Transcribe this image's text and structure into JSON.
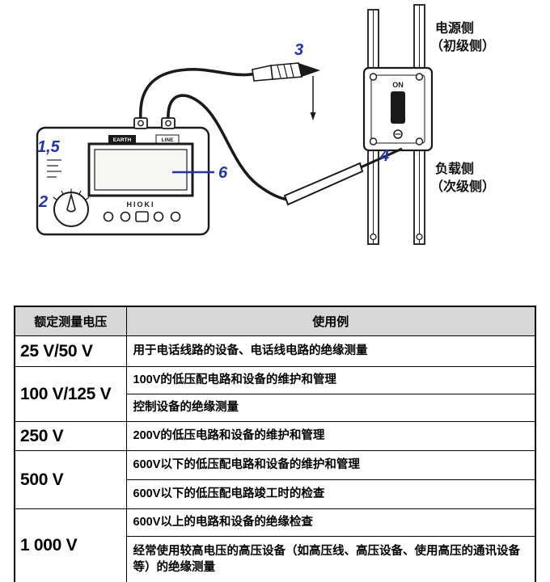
{
  "diagram": {
    "callouts": {
      "c15": "1,5",
      "c2": "2",
      "c3": "3",
      "c4": "4",
      "c6": "6"
    },
    "side_labels": {
      "power": "电源侧",
      "power_sub": "（初级侧）",
      "load": "负载侧",
      "load_sub": "（次级侧）"
    },
    "device": {
      "brand": "HIOKI",
      "earth": "EARTH",
      "line": "LINE"
    },
    "breaker": {
      "on": "ON"
    },
    "accent_color": "#2233b0"
  },
  "table": {
    "headers": [
      "额定测量电压",
      "使用例"
    ],
    "rows": [
      {
        "voltage": "25 V/50 V",
        "uses": [
          "用于电话线路的设备、电话线电路的绝缘测量"
        ]
      },
      {
        "voltage": "100 V/125 V",
        "uses": [
          "100V的低压配电路和设备的维护和管理",
          "控制设备的绝缘测量"
        ]
      },
      {
        "voltage": "250 V",
        "uses": [
          "200V的低压电路和设备的维护和管理"
        ]
      },
      {
        "voltage": "500 V",
        "uses": [
          "600V以下的低压配电路和设备的维护和管理",
          "600V以下的低压配电路竣工时的检查"
        ]
      },
      {
        "voltage": "1 000 V",
        "uses": [
          "600V以上的电路和设备的绝缘检查",
          "经常使用较高电压的高压设备（如高压线、高压设备、使用高压的通讯设备等）的绝缘测量"
        ]
      }
    ]
  }
}
